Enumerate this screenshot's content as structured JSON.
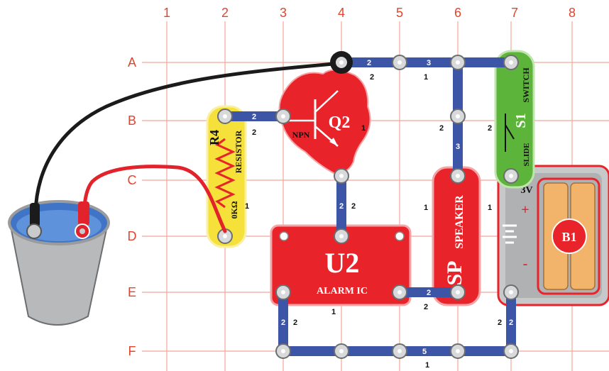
{
  "grid": {
    "columns": [
      "1",
      "2",
      "3",
      "4",
      "5",
      "6",
      "7",
      "8"
    ],
    "rows": [
      "A",
      "B",
      "C",
      "D",
      "E",
      "F"
    ]
  },
  "parts": {
    "resistor": {
      "code": "R4",
      "name": "RESISTOR",
      "value": "0KΩ",
      "pin_label": "1"
    },
    "transistor": {
      "code": "Q2",
      "type": "NPN",
      "pin_label": "1"
    },
    "alarm": {
      "code": "U2",
      "name": "ALARM IC",
      "pin_label": "1"
    },
    "speaker": {
      "code": "SP",
      "name": "SPEAKER",
      "pin_label": "1"
    },
    "switch": {
      "code": "S1",
      "name": "SWITCH",
      "kind": "SLIDE",
      "pin_label": "2"
    },
    "battery": {
      "code": "B1",
      "voltage": "3V",
      "plus": "+",
      "minus": "-",
      "pin_label": "1"
    }
  },
  "wires": [
    {
      "id": "A4-A6",
      "label": "2",
      "side_label": "2"
    },
    {
      "id": "A6-A7",
      "label": "3",
      "side_label": "1"
    },
    {
      "id": "B2-B3",
      "label": "2",
      "side_label": "2"
    },
    {
      "id": "B6-C6",
      "label": "3",
      "side_label": "2"
    },
    {
      "id": "C4-D4",
      "label": "2",
      "side_label": "2"
    },
    {
      "id": "E5-E6",
      "label": "2",
      "side_label": "2"
    },
    {
      "id": "E3-F3",
      "label": "2",
      "side_label": "2"
    },
    {
      "id": "E7-F7",
      "label": "2",
      "side_label": "2"
    },
    {
      "id": "F3-F7",
      "label": "5",
      "side_label": "1"
    }
  ],
  "colors": {
    "grid": "#f2a89a",
    "grid_label": "#e0452f",
    "wire": "#3d55a6",
    "alarm": "#e8232a",
    "resistor": "#f5e13a",
    "switch": "#5cb43a",
    "battery_case": "#b9babc",
    "battery_cell": "#f2b46a",
    "probe_black": "#1b1b1b",
    "probe_red": "#e3232b",
    "water": "#3f74c7"
  }
}
